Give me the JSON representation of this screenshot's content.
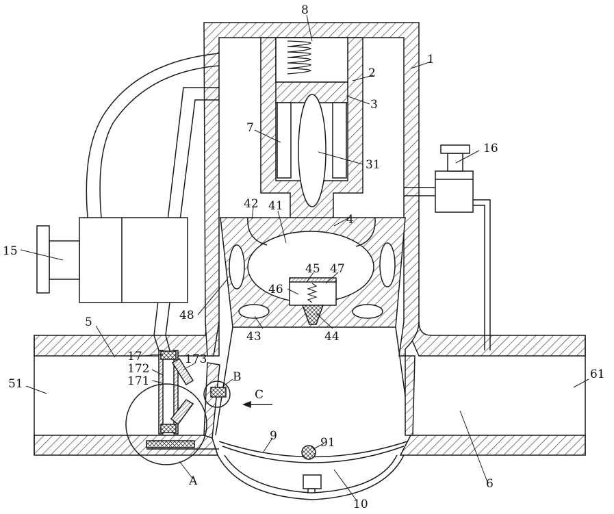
{
  "figure": {
    "labels": {
      "l1": "1",
      "l2": "2",
      "l3": "3",
      "l4": "4",
      "l5": "5",
      "l6": "6",
      "l7": "7",
      "l8": "8",
      "l9": "9",
      "l10": "10",
      "l15": "15",
      "l16": "16",
      "l17": "17",
      "l31": "31",
      "l41": "41",
      "l42": "42",
      "l43": "43",
      "l44": "44",
      "l45": "45",
      "l46": "46",
      "l47": "47",
      "l48": "48",
      "l51": "51",
      "l61": "61",
      "l91": "91",
      "l171": "171",
      "l172": "172",
      "l173": "173",
      "lA": "A",
      "lB": "B",
      "lC": "C"
    },
    "colors": {
      "line": "#1a1a1a",
      "hatch": "#333333",
      "background": "#ffffff"
    }
  }
}
